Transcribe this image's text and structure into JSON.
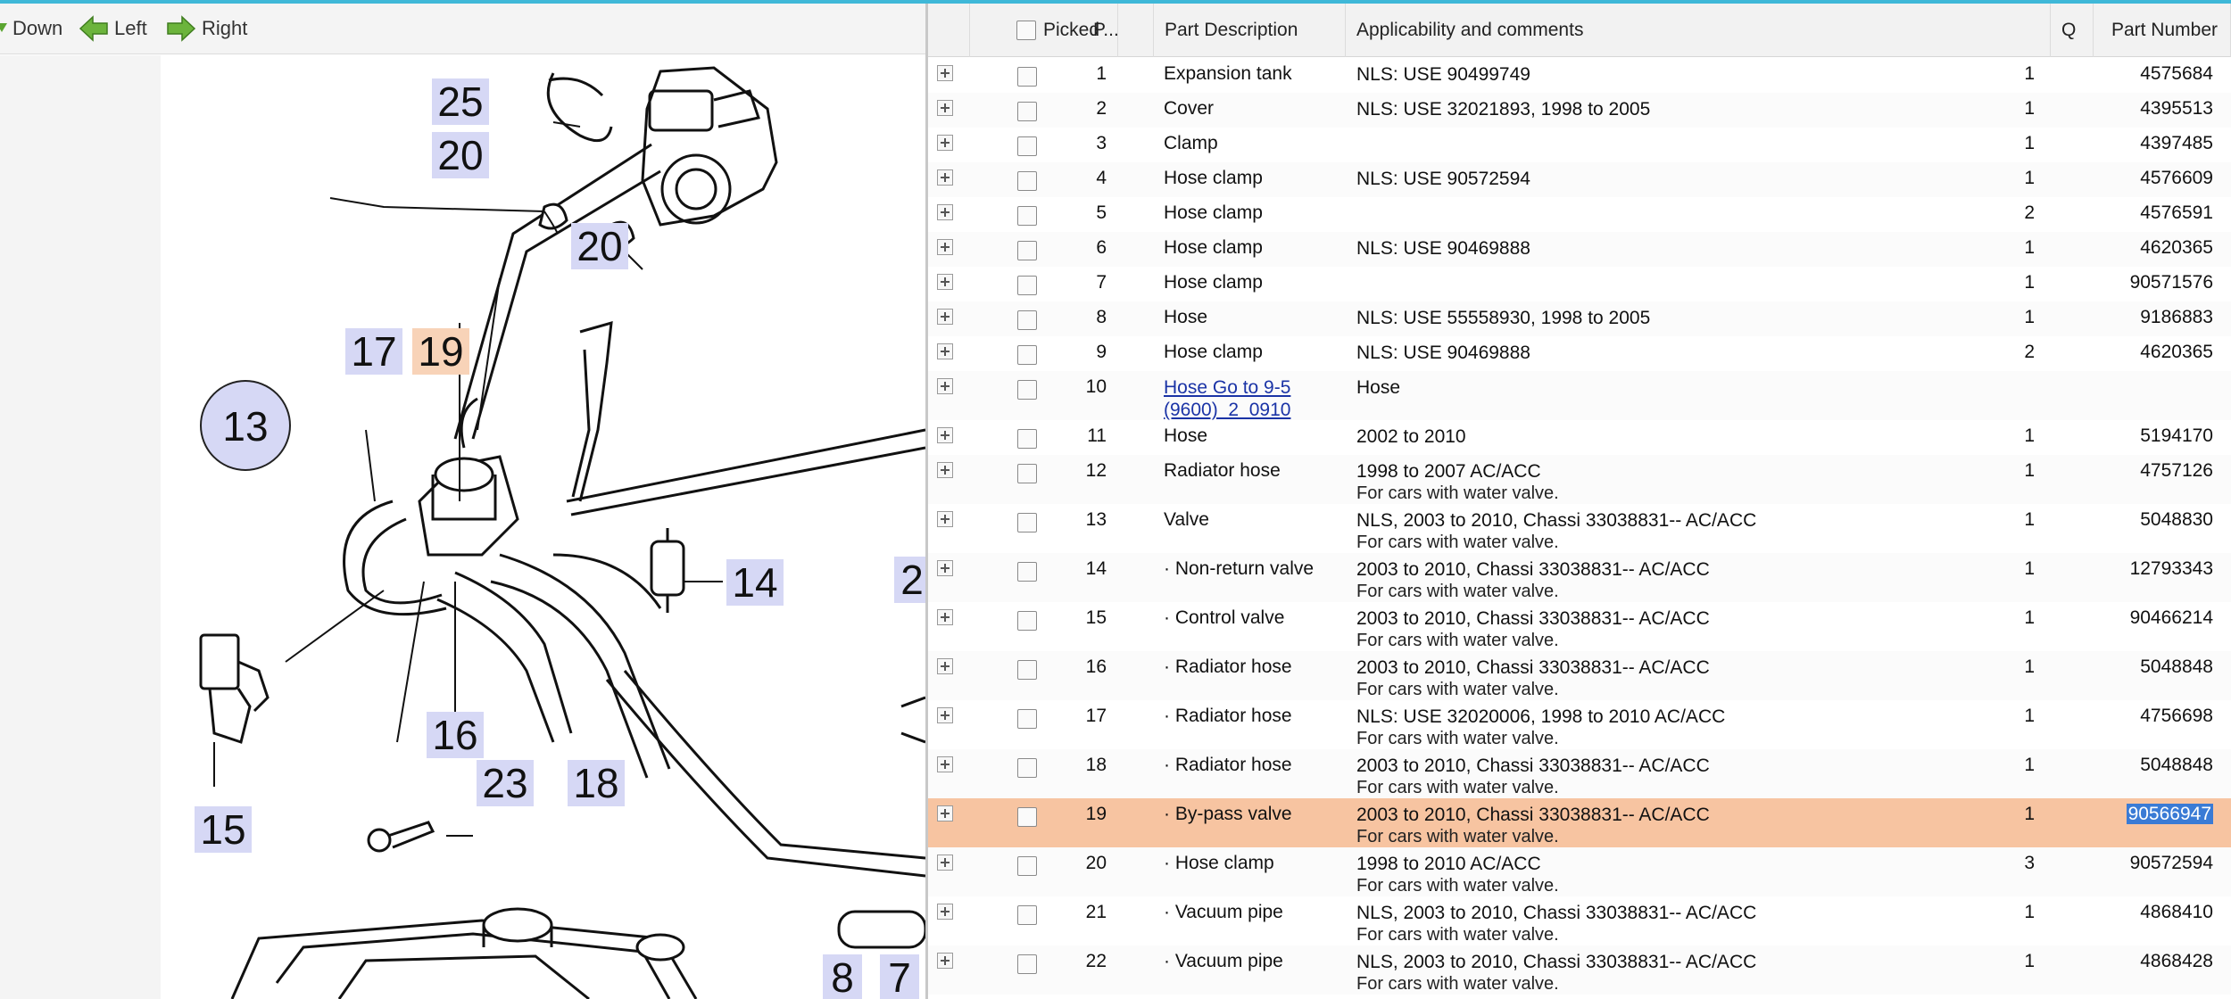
{
  "toolbar": {
    "down_label": "Down",
    "left_label": "Left",
    "right_label": "Right"
  },
  "diagram": {
    "callouts": [
      {
        "text": "25",
        "style": "blue"
      },
      {
        "text": "20",
        "style": "blue"
      },
      {
        "text": "20",
        "style": "blue"
      },
      {
        "text": "17",
        "style": "blue"
      },
      {
        "text": "19",
        "style": "orange"
      },
      {
        "text": "13",
        "style": "circle"
      },
      {
        "text": "14",
        "style": "blue"
      },
      {
        "text": "16",
        "style": "blue"
      },
      {
        "text": "23",
        "style": "blue"
      },
      {
        "text": "18",
        "style": "blue"
      },
      {
        "text": "15",
        "style": "blue"
      },
      {
        "text": "8",
        "style": "blue"
      },
      {
        "text": "7",
        "style": "blue"
      },
      {
        "text": "2",
        "style": "blue"
      }
    ]
  },
  "table": {
    "headers": {
      "picked": "Picked",
      "pos": "P...",
      "desc": "Part Description",
      "appl": "Applicability and comments",
      "qty": "Q",
      "pn": "Part Number"
    },
    "rows": [
      {
        "pos": "1",
        "desc": "Expansion tank",
        "appl": "NLS: USE 90499749",
        "qty": "1",
        "pn": "4575684"
      },
      {
        "pos": "2",
        "desc": "Cover",
        "appl": "NLS: USE 32021893, 1998 to 2005",
        "qty": "1",
        "pn": "4395513"
      },
      {
        "pos": "3",
        "desc": "Clamp",
        "appl": "",
        "qty": "1",
        "pn": "4397485"
      },
      {
        "pos": "4",
        "desc": "Hose clamp",
        "appl": "NLS: USE 90572594",
        "qty": "1",
        "pn": "4576609"
      },
      {
        "pos": "5",
        "desc": "Hose clamp",
        "appl": "",
        "qty": "2",
        "pn": "4576591"
      },
      {
        "pos": "6",
        "desc": "Hose clamp",
        "appl": "NLS: USE 90469888",
        "qty": "1",
        "pn": "4620365"
      },
      {
        "pos": "7",
        "desc": "Hose clamp",
        "appl": "",
        "qty": "1",
        "pn": "90571576"
      },
      {
        "pos": "8",
        "desc": "Hose",
        "appl": "NLS: USE 55558930, 1998 to 2005",
        "qty": "1",
        "pn": "9186883"
      },
      {
        "pos": "9",
        "desc": "Hose clamp",
        "appl": "NLS: USE 90469888",
        "qty": "2",
        "pn": "4620365"
      },
      {
        "pos": "10",
        "desc": "Hose Go to 9-5",
        "desc2": "(9600)_2_0910",
        "link": true,
        "appl": "Hose",
        "qty": "",
        "pn": ""
      },
      {
        "pos": "11",
        "desc": "Hose",
        "appl": "2002 to 2010",
        "qty": "1",
        "pn": "5194170"
      },
      {
        "pos": "12",
        "desc": "Radiator hose",
        "appl": "1998 to 2007 AC/ACC",
        "appl2": "For cars with water valve.",
        "qty": "1",
        "pn": "4757126"
      },
      {
        "pos": "13",
        "desc": "Valve",
        "appl": "NLS, 2003 to 2010, Chassi 33038831-- AC/ACC",
        "appl2": "For cars with water valve.",
        "qty": "1",
        "pn": "5048830"
      },
      {
        "pos": "14",
        "desc": "· Non-return valve",
        "appl": "2003 to 2010, Chassi 33038831-- AC/ACC",
        "appl2": "For cars with water valve.",
        "qty": "1",
        "pn": "12793343"
      },
      {
        "pos": "15",
        "desc": "· Control valve",
        "appl": "2003 to 2010, Chassi 33038831-- AC/ACC",
        "appl2": "For cars with water valve.",
        "qty": "1",
        "pn": "90466214"
      },
      {
        "pos": "16",
        "desc": "· Radiator hose",
        "appl": "2003 to 2010, Chassi 33038831-- AC/ACC",
        "appl2": "For cars with water valve.",
        "qty": "1",
        "pn": "5048848"
      },
      {
        "pos": "17",
        "desc": "· Radiator hose",
        "appl": "NLS: USE 32020006, 1998 to 2010 AC/ACC",
        "appl2": "For cars with water valve.",
        "qty": "1",
        "pn": "4756698"
      },
      {
        "pos": "18",
        "desc": "· Radiator hose",
        "appl": "2003 to 2010, Chassi 33038831-- AC/ACC",
        "appl2": "For cars with water valve.",
        "qty": "1",
        "pn": "5048848"
      },
      {
        "pos": "19",
        "desc": "· By-pass valve",
        "appl": "2003 to 2010, Chassi 33038831-- AC/ACC",
        "appl2": "For cars with water valve.",
        "qty": "1",
        "pn": "90566947",
        "highlight": true
      },
      {
        "pos": "20",
        "desc": "· Hose clamp",
        "appl": "1998 to 2010 AC/ACC",
        "appl2": "For cars with water valve.",
        "qty": "3",
        "pn": "90572594"
      },
      {
        "pos": "21",
        "desc": "· Vacuum pipe",
        "appl": "NLS, 2003 to 2010, Chassi 33038831-- AC/ACC",
        "appl2": "For cars with water valve.",
        "qty": "1",
        "pn": "4868410"
      },
      {
        "pos": "22",
        "desc": "· Vacuum pipe",
        "appl": "NLS, 2003 to 2010, Chassi 33038831-- AC/ACC",
        "appl2": "For cars with water valve.",
        "qty": "1",
        "pn": "4868428"
      }
    ]
  },
  "colors": {
    "highlight_row": "#f7c4a1",
    "callout_blue": "#d6d8f5",
    "callout_orange": "#f8d3b8",
    "link": "#1a33a6",
    "selection": "#3a7bd5"
  }
}
